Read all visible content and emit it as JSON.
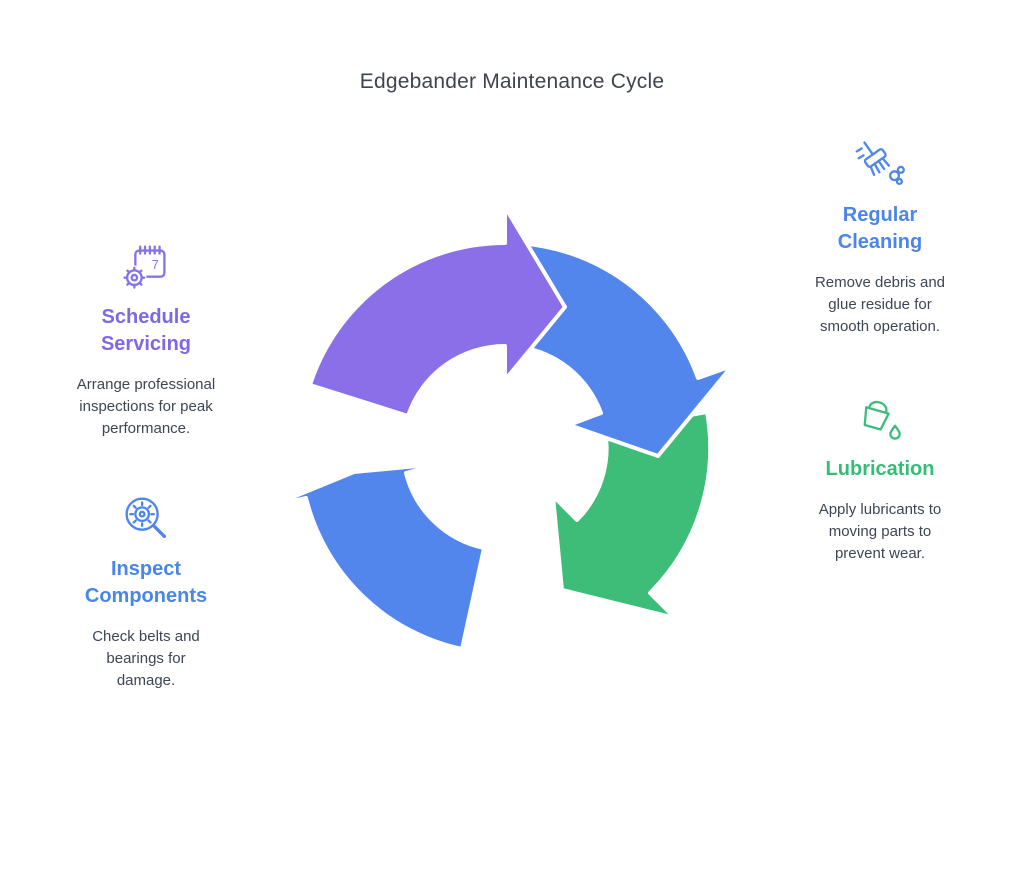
{
  "title": "Edgebander Maintenance Cycle",
  "colors": {
    "title_text": "#3E4450",
    "body_text": "#3C4654",
    "purple": "#8A6FE8",
    "blue": "#5286EC",
    "green": "#3EBD78"
  },
  "steps": [
    {
      "heading": "Schedule Servicing",
      "description": "Arrange professional inspections for peak performance.",
      "accent": "#7C6AE4",
      "icon": "calendar-gear-icon",
      "icon_digit": "7"
    },
    {
      "heading": "Inspect Components",
      "description": "Check belts and bearings for damage.",
      "accent": "#4A86E8",
      "icon": "magnifier-gear-icon"
    },
    {
      "heading": "Regular Cleaning",
      "description": "Remove debris and glue residue for smooth operation.",
      "accent": "#4A86E8",
      "icon": "cleaning-brush-icon"
    },
    {
      "heading": "Lubrication",
      "description": "Apply lubricants to moving parts to prevent wear.",
      "accent": "#35BD78",
      "icon": "oil-bucket-icon"
    }
  ],
  "cycle": {
    "direction": "clockwise",
    "segments": [
      {
        "name": "top-left",
        "color": "#8A6FE8"
      },
      {
        "name": "top-right",
        "color": "#5286EC"
      },
      {
        "name": "right-bottom",
        "color": "#3EBD78"
      },
      {
        "name": "bottom-left",
        "color": "#5286EC"
      }
    ]
  }
}
